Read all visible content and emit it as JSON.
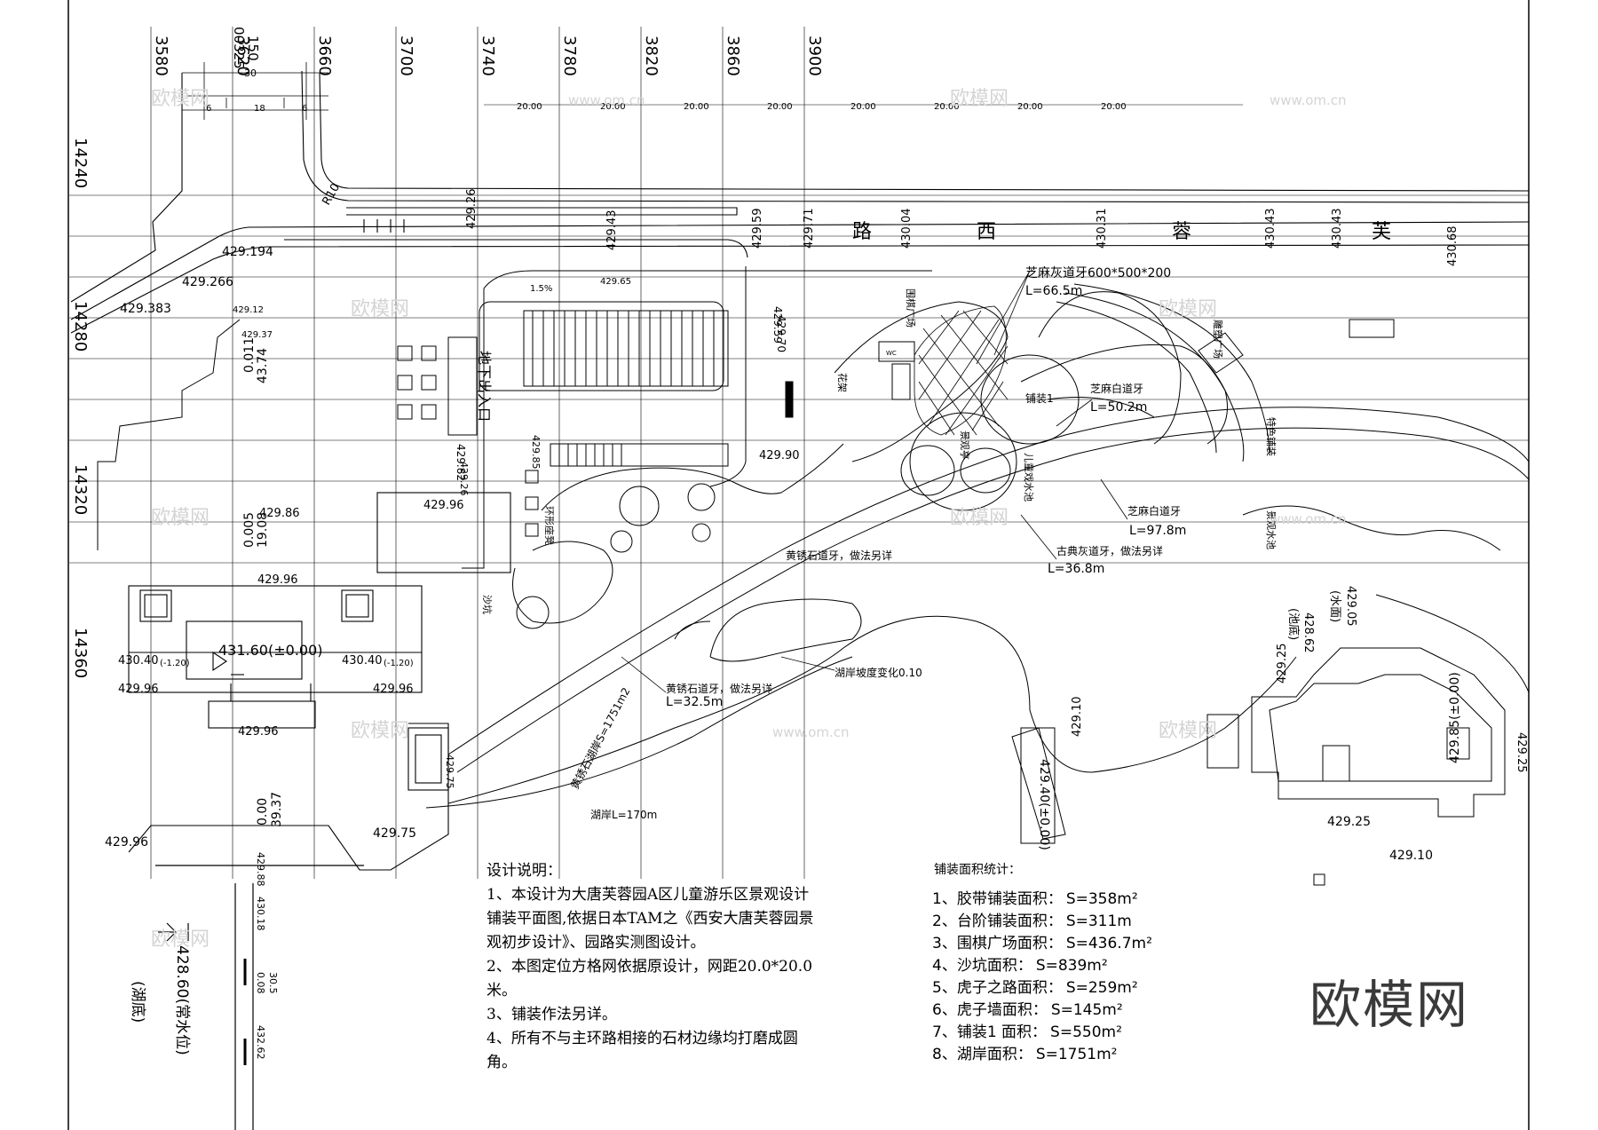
{
  "watermark": "欧模网",
  "watermark_small": "www.om.cn",
  "grid_x_labels": [
    "3580",
    "3620",
    "3660",
    "3700",
    "3740",
    "3780",
    "3820",
    "3860",
    "3900"
  ],
  "grid_y_labels": [
    "14240",
    "14280",
    "14320",
    "14360"
  ],
  "grid_spacing_labels": [
    "20.00",
    "20.00",
    "20.00",
    "20.00",
    "20.00",
    "20.00",
    "20.00",
    "20.00"
  ],
  "top_left_labels": [
    "00325",
    "150",
    "30",
    "6",
    "18",
    "6"
  ],
  "road_name": [
    "路",
    "西",
    "蓉",
    "芙"
  ],
  "elevations": {
    "road_top": [
      "429.26",
      "429.43",
      "429.59",
      "429.71",
      "430.04",
      "430.31",
      "430.43",
      "430.43",
      "430.68"
    ],
    "left": [
      "429.194",
      "429.266",
      "429.383",
      "429.12",
      "429.37",
      "429.65",
      "429.59",
      "429.70",
      "429.26",
      "429.82",
      "429.85",
      "429.90",
      "429.86",
      "429.96",
      "429.96",
      "429.96",
      "429.96",
      "429.96",
      "429.96",
      "429.75",
      "429.75",
      "429.88"
    ],
    "right": [
      "429.05",
      "428.62",
      "429.25",
      "429.10",
      "429.85",
      "429.25",
      "429.10",
      "429.25"
    ],
    "pavilion_main": "431.60(±0.00)",
    "pavilion_side_left": "430.40",
    "pavilion_side_left_rel": "(-1.20)",
    "pavilion_side_right": "430.40",
    "pavilion_side_right_rel": "(-1.20)",
    "water_pier": "429.40(±0.00)",
    "right_plaza": "429.85(±0.00)",
    "lake_bottom": "428.60(常水位)",
    "lake_bottom_note": "(湖底)",
    "right_water": "(水面)",
    "right_pool": "(池底)"
  },
  "slopes": [
    "0.011",
    "43.74",
    "0.005",
    "19.08",
    "0.00",
    "39.37",
    "0.08",
    "30.5",
    "1.5%"
  ],
  "small_values": [
    "430.18",
    "432.62"
  ],
  "radius": "R10",
  "entrance_label": "地下出入口",
  "callouts": [
    "芝麻灰道牙600*500*200",
    "L=66.5m",
    "芝麻白道牙",
    "L=50.2m",
    "芝麻白道牙",
    "L=97.8m",
    "古典灰道牙，做法另详",
    "L=36.8m",
    "黄锈石道牙，做法另详",
    "L=32.5m",
    "黄锈石道牙，做法另详",
    "湖岸L=170m",
    "黄锈石湖岸S=1751m2",
    "湖岸坡度变化0.10"
  ],
  "area_labels": [
    "铺装1",
    "儿童戏水池",
    "景观亭",
    "沙坑",
    "环形座凳",
    "围棋广场",
    "WC",
    "花架",
    "雕塑广场",
    "特色铺装",
    "景观水池"
  ],
  "notes": {
    "title": "设计说明：",
    "items": [
      "1、本设计为大唐芙蓉园A区儿童游乐区景观设计铺装平面图,依据日本TAM之《西安大唐芙蓉园景观初步设计》、园路实测图设计。",
      "2、本图定位方格网依据原设计，网距20.0*20.0米。",
      "3、铺装作法另详。",
      "4、所有不与主环路相接的石材边缘均打磨成圆角。"
    ]
  },
  "paving_stats": {
    "title": "铺装面积统计：",
    "rows": [
      {
        "label": "1、胶带铺装面积：",
        "value": "S=358m²"
      },
      {
        "label": "2、台阶铺装面积：",
        "value": "S=311m"
      },
      {
        "label": "3、围棋广场面积：",
        "value": "S=436.7m²"
      },
      {
        "label": "4、沙坑面积：",
        "value": "S=839m²"
      },
      {
        "label": "5、虎子之路面积：",
        "value": "S=259m²"
      },
      {
        "label": "6、虎子墙面积：",
        "value": "S=145m²"
      },
      {
        "label": "7、铺装1 面积：",
        "value": "S=550m²"
      },
      {
        "label": "8、湖岸面积：",
        "value": "S=1751m²"
      }
    ]
  }
}
